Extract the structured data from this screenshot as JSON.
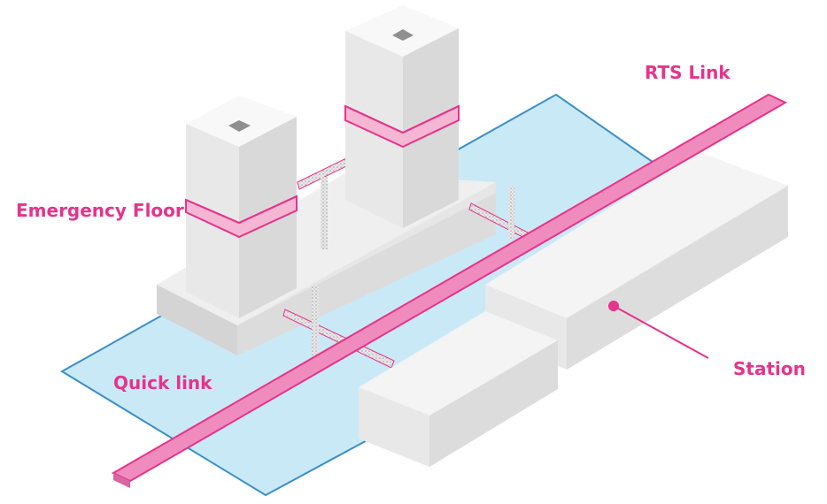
{
  "labels": {
    "rts_link": "RTS Link",
    "emergency_floor": "Emergency Floor",
    "quick_link": "Quick link",
    "station": "Station"
  },
  "colors": {
    "accent_pink": "#e6338b",
    "link_fill": "#f08cbd",
    "site_fill": "#c9e9f6",
    "site_stroke": "#3a8fc9",
    "building_light": "#f4f4f4",
    "building_mid": "#e3e3e3",
    "building_dark": "#cfcfcf"
  }
}
